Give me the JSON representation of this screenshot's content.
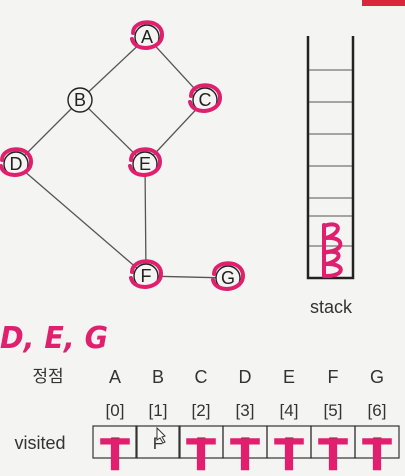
{
  "graph": {
    "vertices": [
      "A",
      "B",
      "C",
      "D",
      "E",
      "F",
      "G"
    ],
    "edges": [
      [
        "A",
        "B"
      ],
      [
        "A",
        "C"
      ],
      [
        "B",
        "D"
      ],
      [
        "B",
        "E"
      ],
      [
        "C",
        "E"
      ],
      [
        "D",
        "F"
      ],
      [
        "E",
        "F"
      ],
      [
        "F",
        "G"
      ]
    ],
    "circled": [
      "A",
      "C",
      "D",
      "E",
      "F",
      "G"
    ]
  },
  "stack": {
    "label": "stack",
    "handwritten_items": [
      "B",
      "B"
    ]
  },
  "handwritten_note": "D, E, G",
  "table": {
    "row_header": "정점",
    "visited_label": "visited",
    "columns": [
      "A",
      "B",
      "C",
      "D",
      "E",
      "F",
      "G"
    ],
    "indices": [
      "[0]",
      "[1]",
      "[2]",
      "[3]",
      "[4]",
      "[5]",
      "[6]"
    ],
    "printed_values": [
      "F",
      "F",
      "F",
      "F",
      "F",
      "F",
      "F"
    ],
    "handwritten_values": [
      "T",
      "",
      "T",
      "T",
      "T",
      "T",
      "T"
    ]
  },
  "colors": {
    "ink": "#e0206e",
    "line": "#555555",
    "accent_bar": "#d8263a"
  }
}
